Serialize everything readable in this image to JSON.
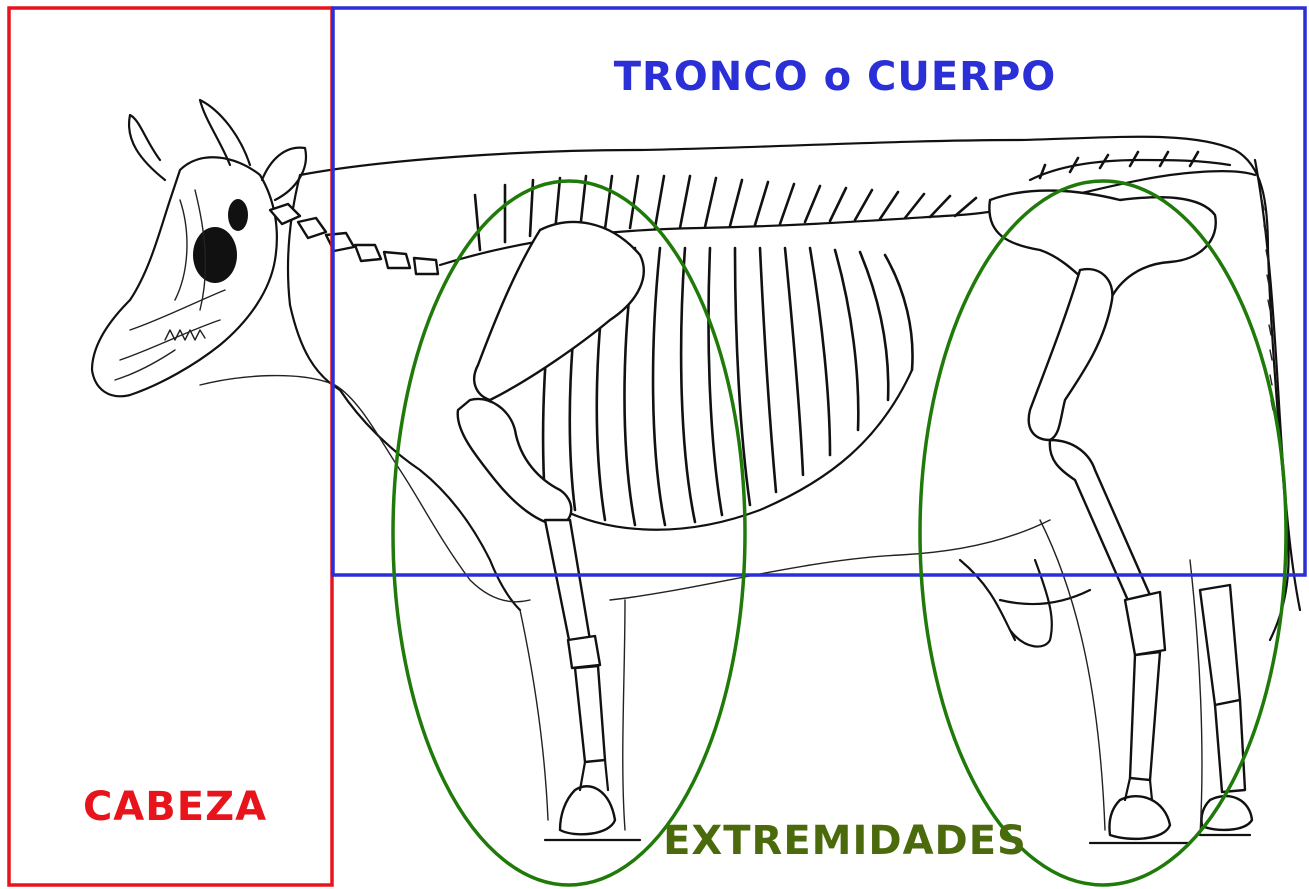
{
  "diagram": {
    "labels": {
      "head": "CABEZA",
      "trunk": "TRONCO o CUERPO",
      "limbs": "EXTREMIDADES"
    },
    "colors": {
      "head": "#e8141b",
      "trunk": "#2a2fd6",
      "limbs": "#1f7a0a",
      "limbs_label": "#4a6a0c",
      "line_art": "#111111"
    },
    "regions": [
      {
        "name": "head",
        "shape": "rectangle",
        "color": "#e8141b"
      },
      {
        "name": "trunk",
        "shape": "rectangle",
        "color": "#2a2fd6"
      },
      {
        "name": "front-limb",
        "shape": "ellipse",
        "color": "#1f7a0a"
      },
      {
        "name": "hind-limb",
        "shape": "ellipse",
        "color": "#1f7a0a"
      }
    ]
  }
}
